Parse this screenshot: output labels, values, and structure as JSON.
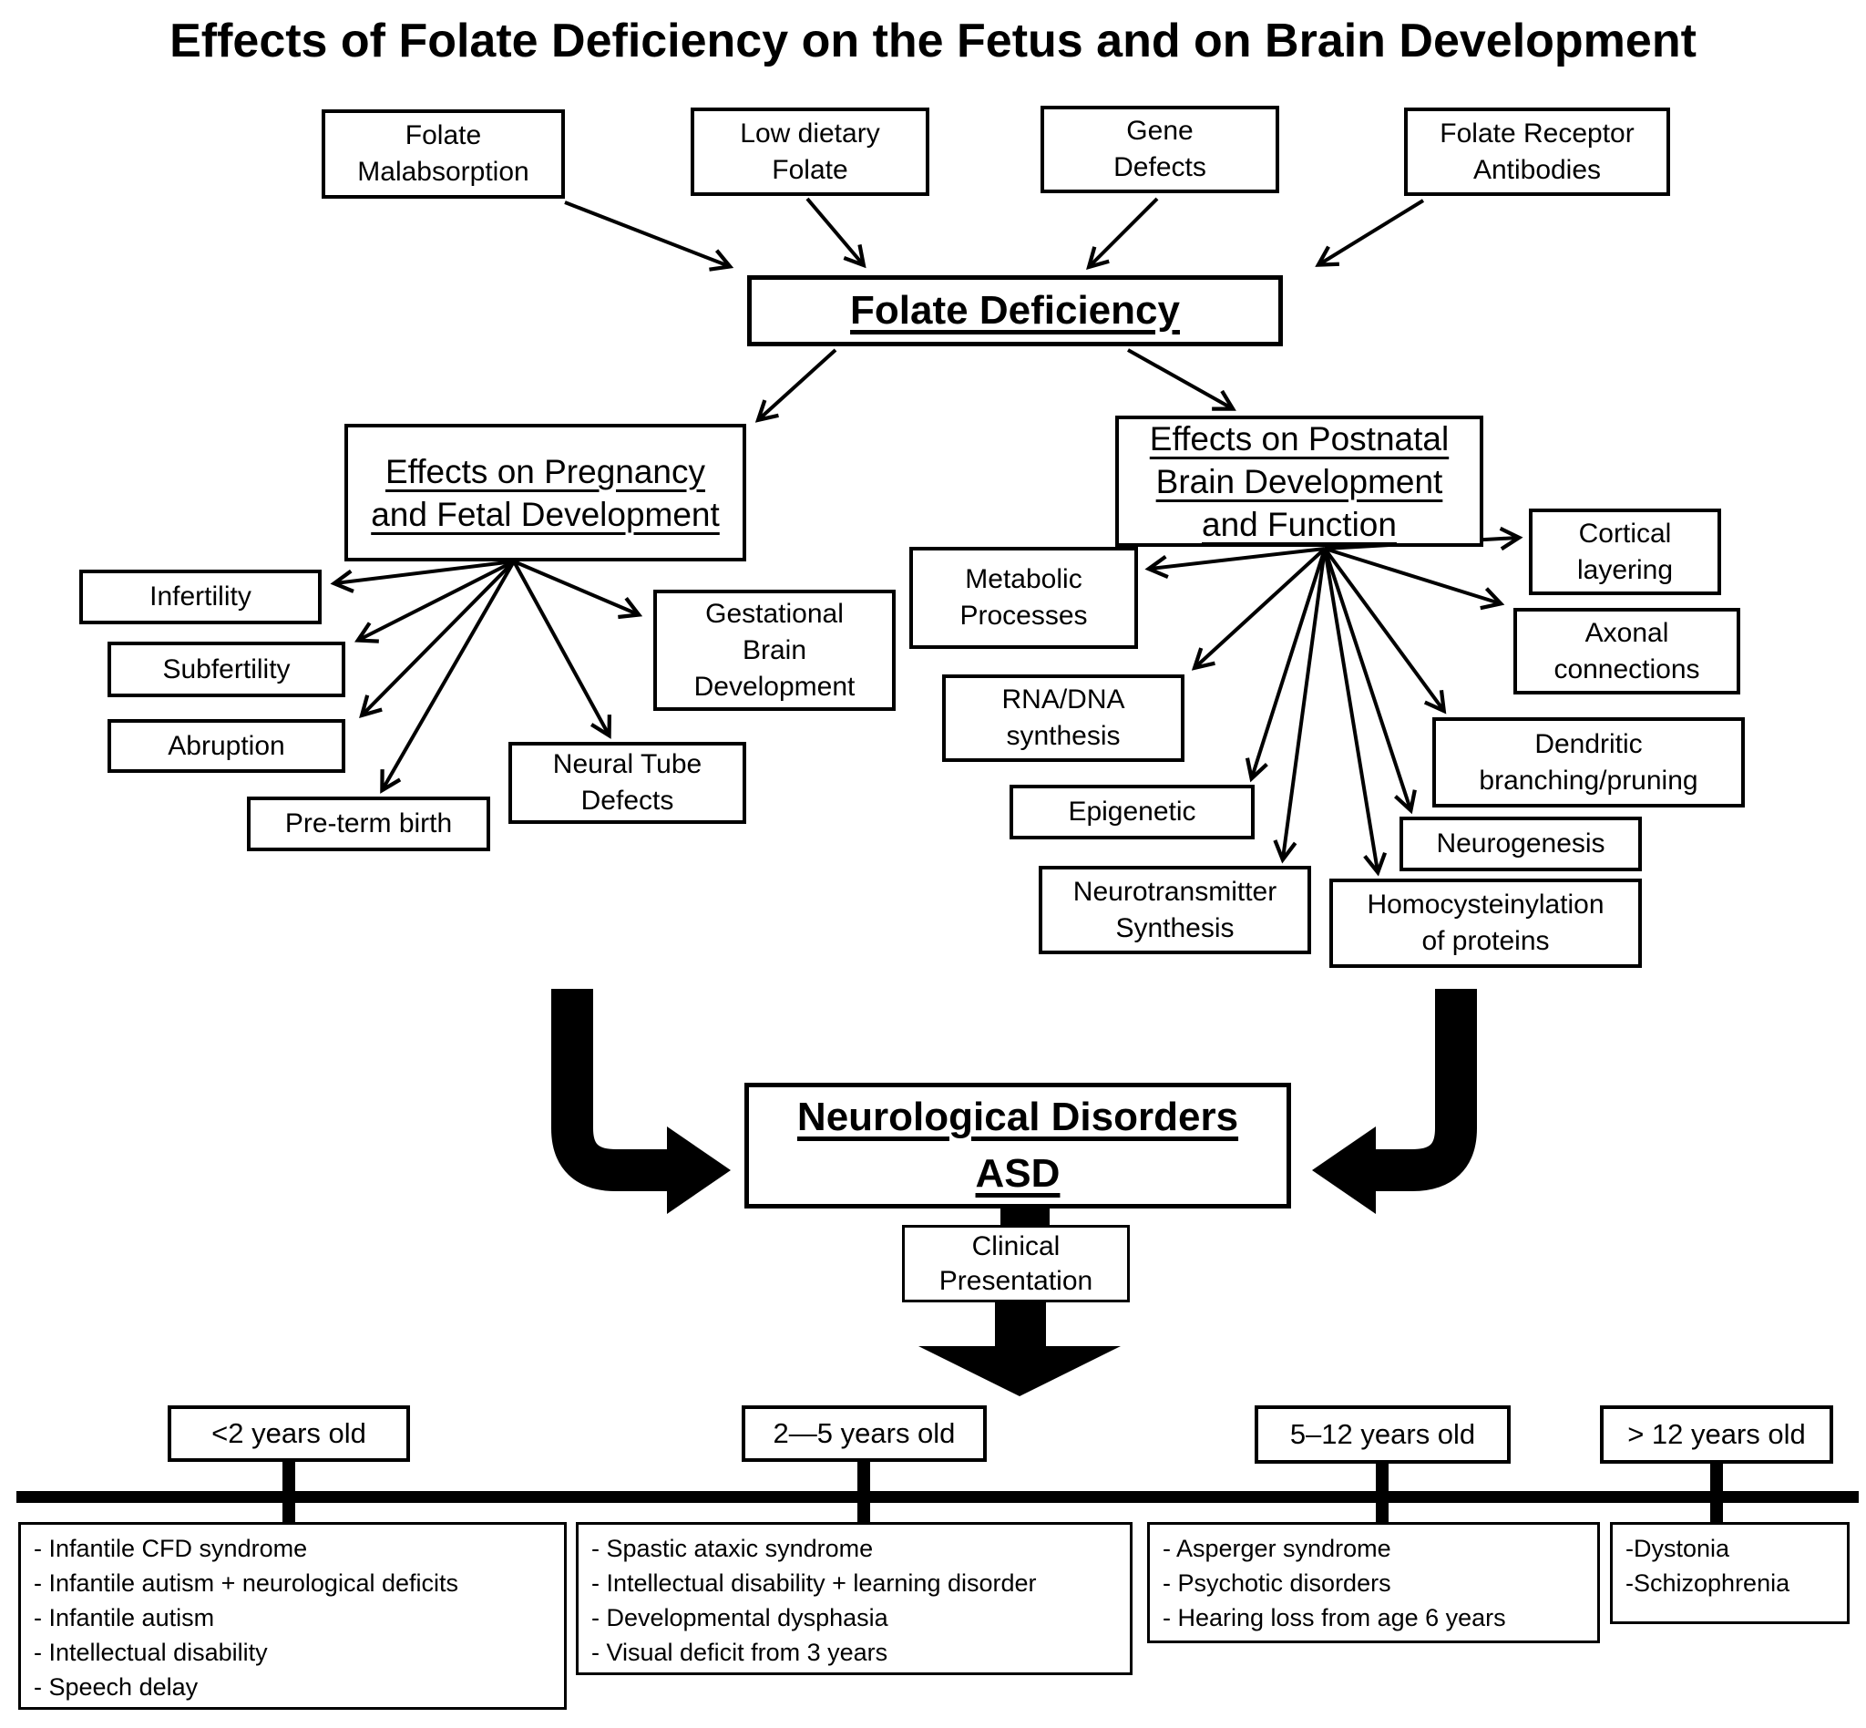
{
  "title": "Effects of Folate Deficiency on the Fetus and on Brain Development",
  "colors": {
    "ink": "#000000",
    "paper": "#ffffff"
  },
  "nodes": {
    "folate_malabsorption": "Folate\nMalabsorption",
    "low_dietary_folate": "Low dietary\nFolate",
    "gene_defects": "Gene\nDefects",
    "folate_receptor_antibodies": "Folate Receptor\nAntibodies",
    "folate_deficiency": "Folate Deficiency",
    "pregnancy_header": "Effects on Pregnancy\nand Fetal Development",
    "postnatal_header": "Effects on Postnatal\nBrain Development\nand Function",
    "infertility": "Infertility",
    "subfertility": "Subfertility",
    "abruption": "Abruption",
    "preterm_birth": "Pre-term birth",
    "neural_tube_defects": "Neural Tube\nDefects",
    "gestational_brain_development": "Gestational\nBrain\nDevelopment",
    "metabolic_processes": "Metabolic\nProcesses",
    "rna_dna_synthesis": "RNA/DNA\nsynthesis",
    "epigenetic": "Epigenetic",
    "neurotransmitter_synthesis": "Neurotransmitter\nSynthesis",
    "homocysteinylation": "Homocysteinylation\nof proteins",
    "neurogenesis": "Neurogenesis",
    "dendritic_branching": "Dendritic\nbranching/pruning",
    "axonal_connections": "Axonal\nconnections",
    "cortical_layering": "Cortical\nlayering",
    "neurological_disorders": "Neurological Disorders\nASD",
    "clinical_presentation": "Clinical\nPresentation"
  },
  "timeline": {
    "groups": [
      {
        "age": "<2 years old",
        "items": [
          "- Infantile CFD syndrome",
          "- Infantile autism + neurological deficits",
          "- Infantile autism",
          "- Intellectual disability",
          "- Speech delay"
        ]
      },
      {
        "age": "2—5 years old",
        "items": [
          "- Spastic ataxic syndrome",
          "- Intellectual disability + learning disorder",
          "- Developmental dysphasia",
          "- Visual deficit from 3 years"
        ]
      },
      {
        "age": "5–12 years old",
        "items": [
          "- Asperger syndrome",
          "- Psychotic disorders",
          "- Hearing loss from age 6 years"
        ]
      },
      {
        "age": "> 12 years old",
        "items": [
          "-Dystonia",
          "-Schizophrenia"
        ]
      }
    ]
  }
}
